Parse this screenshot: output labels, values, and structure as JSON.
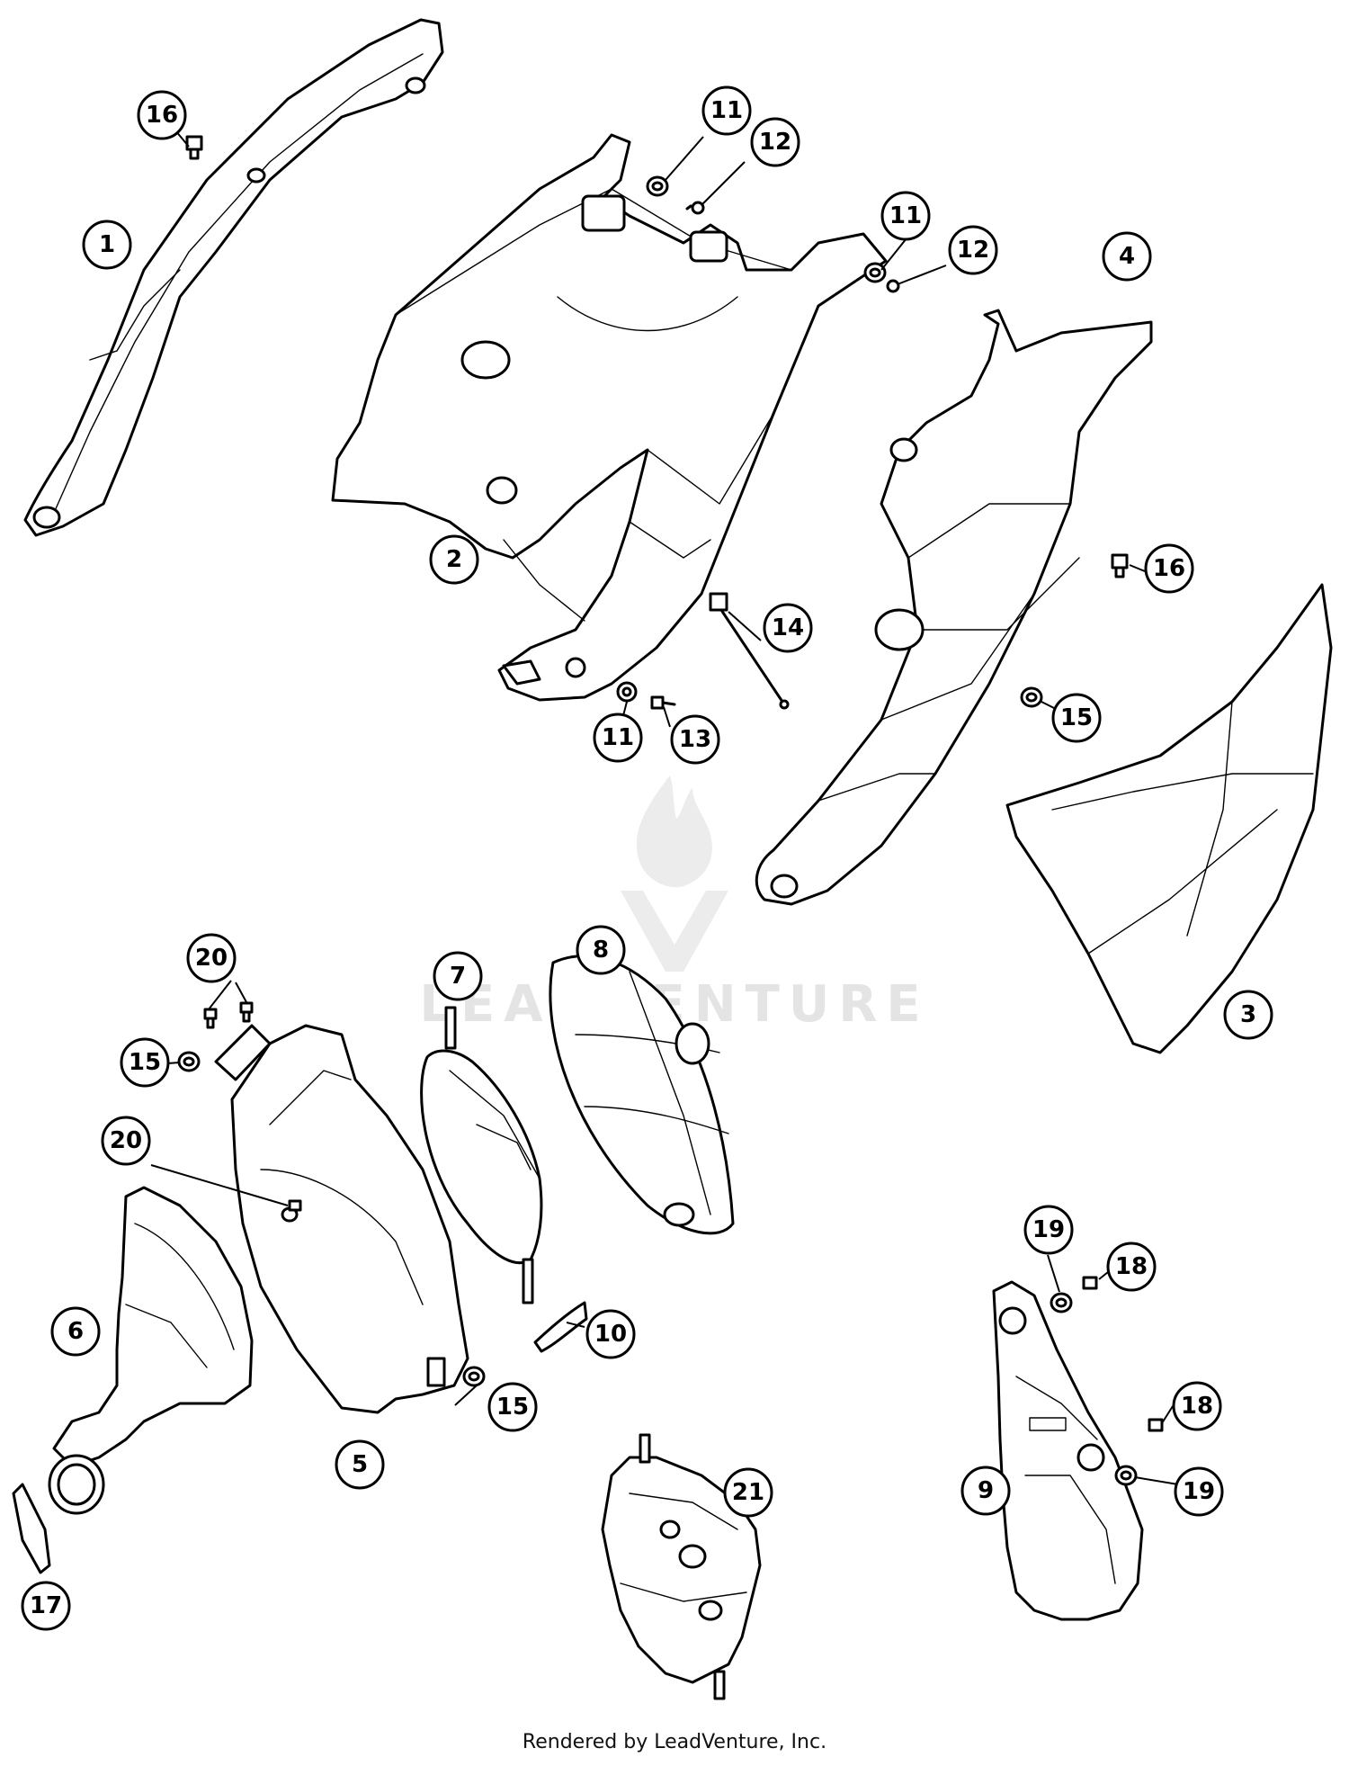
{
  "watermark": {
    "text": "LEADVENTURE"
  },
  "footer": {
    "text": "Rendered by LeadVenture, Inc."
  },
  "callouts": [
    {
      "id": "c1",
      "label": "1"
    },
    {
      "id": "c2",
      "label": "2"
    },
    {
      "id": "c3",
      "label": "3"
    },
    {
      "id": "c4",
      "label": "4"
    },
    {
      "id": "c5",
      "label": "5"
    },
    {
      "id": "c6",
      "label": "6"
    },
    {
      "id": "c7",
      "label": "7"
    },
    {
      "id": "c8",
      "label": "8"
    },
    {
      "id": "c9",
      "label": "9"
    },
    {
      "id": "c10",
      "label": "10"
    },
    {
      "id": "c11a",
      "label": "11"
    },
    {
      "id": "c11b",
      "label": "11"
    },
    {
      "id": "c11c",
      "label": "11"
    },
    {
      "id": "c12a",
      "label": "12"
    },
    {
      "id": "c12b",
      "label": "12"
    },
    {
      "id": "c13",
      "label": "13"
    },
    {
      "id": "c14",
      "label": "14"
    },
    {
      "id": "c15a",
      "label": "15"
    },
    {
      "id": "c15b",
      "label": "15"
    },
    {
      "id": "c15c",
      "label": "15"
    },
    {
      "id": "c16a",
      "label": "16"
    },
    {
      "id": "c16b",
      "label": "16"
    },
    {
      "id": "c17",
      "label": "17"
    },
    {
      "id": "c18a",
      "label": "18"
    },
    {
      "id": "c18b",
      "label": "18"
    },
    {
      "id": "c19a",
      "label": "19"
    },
    {
      "id": "c19b",
      "label": "19"
    },
    {
      "id": "c20a",
      "label": "20"
    },
    {
      "id": "c20b",
      "label": "20"
    },
    {
      "id": "c21",
      "label": "21"
    }
  ]
}
